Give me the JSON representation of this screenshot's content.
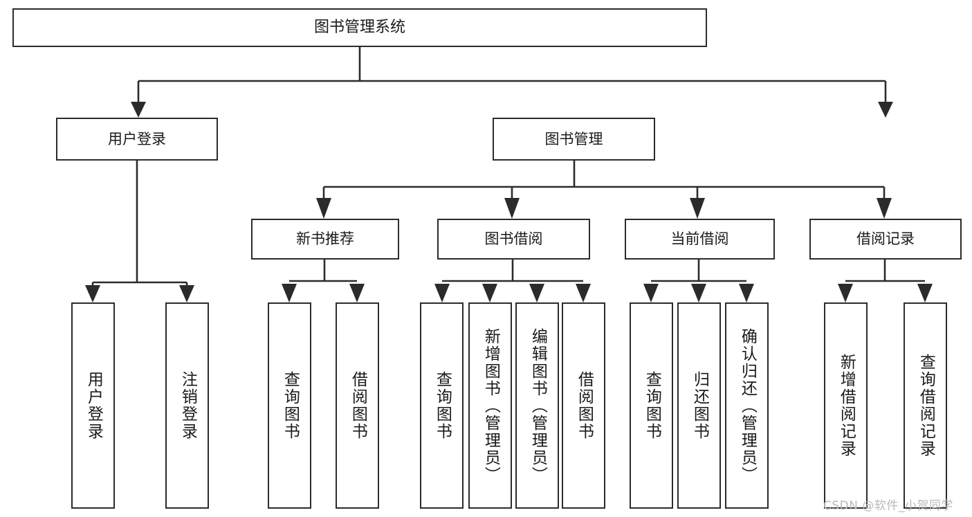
{
  "diagram": {
    "title": "图书管理系统",
    "type": "tree-hierarchy-chart",
    "colors": {
      "node_border": "#2b2b2b",
      "node_fill": "#ffffff",
      "edge": "#2b2b2b",
      "text": "#1a1a1a",
      "watermark": "#b9b9b9",
      "background": "#ffffff"
    },
    "root": {
      "label": "图书管理系统"
    },
    "level2": [
      {
        "label": "用户登录"
      },
      {
        "label": "图书管理"
      }
    ],
    "level3": [
      {
        "label": "新书推荐"
      },
      {
        "label": "图书借阅"
      },
      {
        "label": "当前借阅"
      },
      {
        "label": "借阅记录"
      }
    ],
    "leaves": {
      "user_login": [
        {
          "label": "用户登录"
        },
        {
          "label": "注销登录"
        }
      ],
      "new_book_recommend": [
        {
          "label": "查询图书"
        },
        {
          "label": "借阅图书"
        }
      ],
      "book_borrow": [
        {
          "label": "查询图书"
        },
        {
          "label": "新增图书（管理员）"
        },
        {
          "label": "编辑图书（管理员）"
        },
        {
          "label": "借阅图书"
        }
      ],
      "current_borrow": [
        {
          "label": "查询图书"
        },
        {
          "label": "归还图书"
        },
        {
          "label": "确认归还（管理员）"
        }
      ],
      "borrow_record": [
        {
          "label": "新增借阅记录"
        },
        {
          "label": "查询借阅记录"
        }
      ]
    }
  },
  "watermark": {
    "text": "CSDN @软件_小贺同学"
  }
}
